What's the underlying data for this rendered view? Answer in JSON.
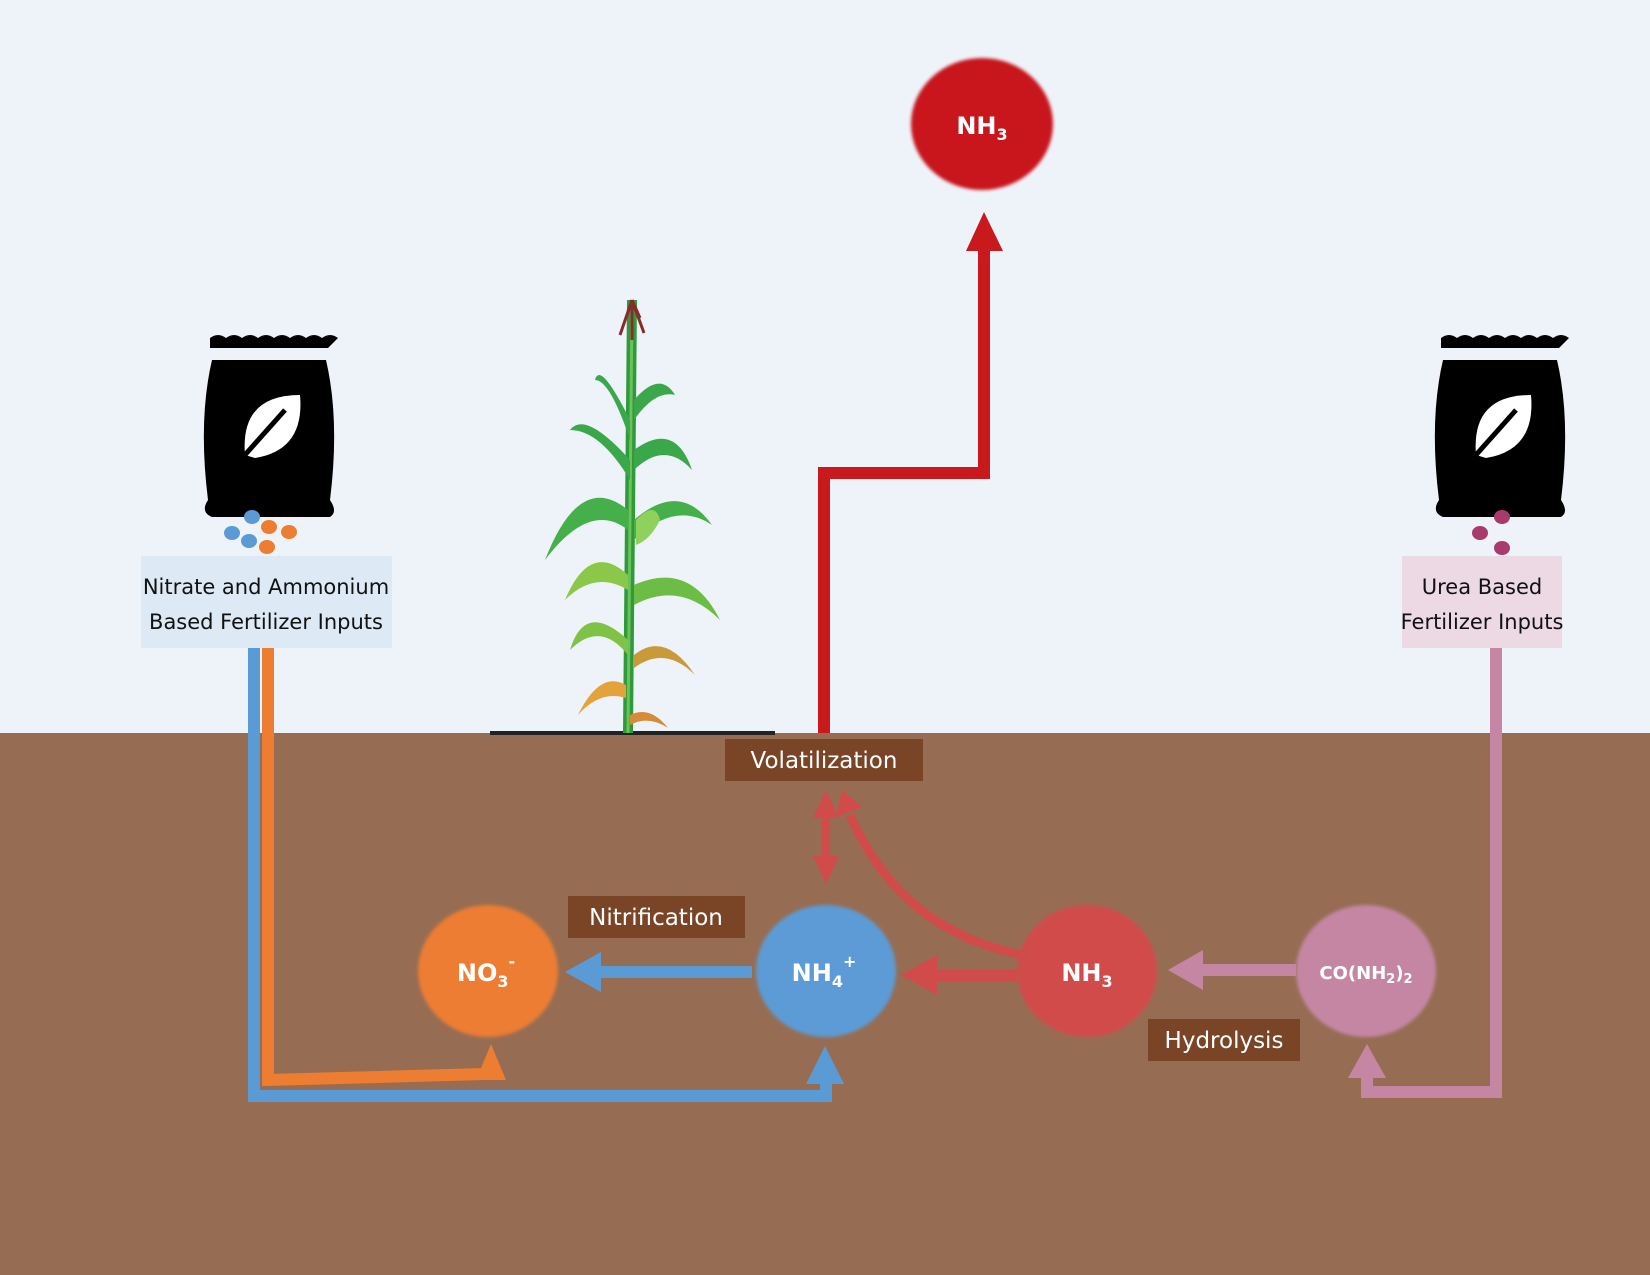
{
  "colors": {
    "sky": "#eef3fa",
    "soil": "#966d53",
    "label_box": "#7a4527",
    "nitrate_blue": "#5b9bd5",
    "nitrate_orange": "#ed7d31",
    "ammonia_red": "#d14b4b",
    "volatile_red": "#c8191c",
    "urea_pink": "#c586a4",
    "urea_dot": "#a83a6c"
  },
  "bags": {
    "left": {
      "icon": "fertilizer-bag-icon",
      "label_line1": "Nitrate and Ammonium",
      "label_line2": "Based Fertilizer Inputs"
    },
    "right": {
      "icon": "fertilizer-bag-icon",
      "label_line1": "Urea Based",
      "label_line2": "Fertilizer Inputs"
    }
  },
  "plant": {
    "icon": "corn-plant-icon"
  },
  "nodes": {
    "nh3_air": {
      "main": "NH",
      "sub": "3"
    },
    "no3": {
      "main": "NO",
      "sub": "3",
      "sup": "-"
    },
    "nh4": {
      "main": "NH",
      "sub": "4",
      "sup": "+"
    },
    "nh3_soil": {
      "main": "NH",
      "sub": "3"
    },
    "urea": {
      "text": "CO(NH",
      "sub": "2",
      "tail": ")",
      "sub2": "2"
    }
  },
  "process_labels": {
    "volatilization": "Volatilization",
    "nitrification": "Nitrification",
    "hydrolysis": "Hydrolysis"
  }
}
